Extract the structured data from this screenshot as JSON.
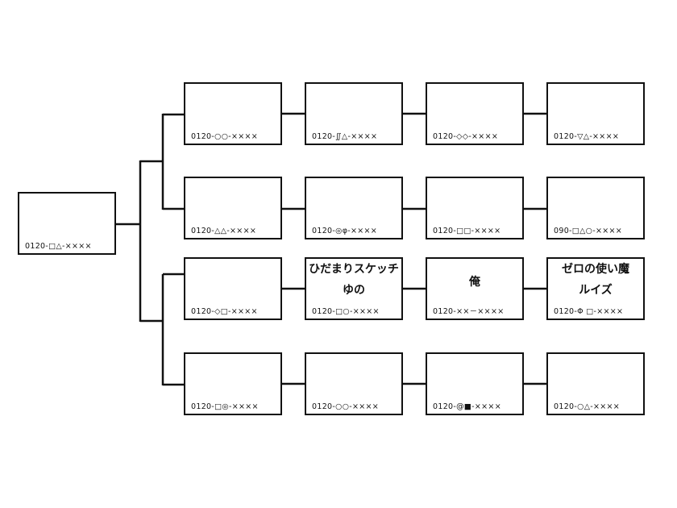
{
  "root": {
    "phone": "0120-□△-××××"
  },
  "rows": [
    [
      {
        "phone": "0120-○○-××××"
      },
      {
        "phone": "0120-∬△-××××"
      },
      {
        "phone": "0120-◇◇-××××"
      },
      {
        "phone": "0120-▽△-××××"
      }
    ],
    [
      {
        "phone": "0120-△△-××××"
      },
      {
        "phone": "0120-◎φ-××××"
      },
      {
        "phone": "0120-□□-××××"
      },
      {
        "phone": "090-□△○-××××"
      }
    ],
    [
      {
        "phone": "0120-◇□-××××"
      },
      {
        "phone": "0120-□○-××××",
        "name_line1": "ひだまりスケッチ",
        "name_line2": "ゆの"
      },
      {
        "phone": "0120-××－××××",
        "name": "俺"
      },
      {
        "phone": "0120-Φ □-××××",
        "name_line1": "ゼロの使い魔",
        "name_line2": "ルイズ"
      }
    ],
    [
      {
        "phone": "0120-□◎-××××"
      },
      {
        "phone": "0120-○○-××××"
      },
      {
        "phone": "0120-@■-××××"
      },
      {
        "phone": "0120-○△-××××"
      }
    ]
  ]
}
